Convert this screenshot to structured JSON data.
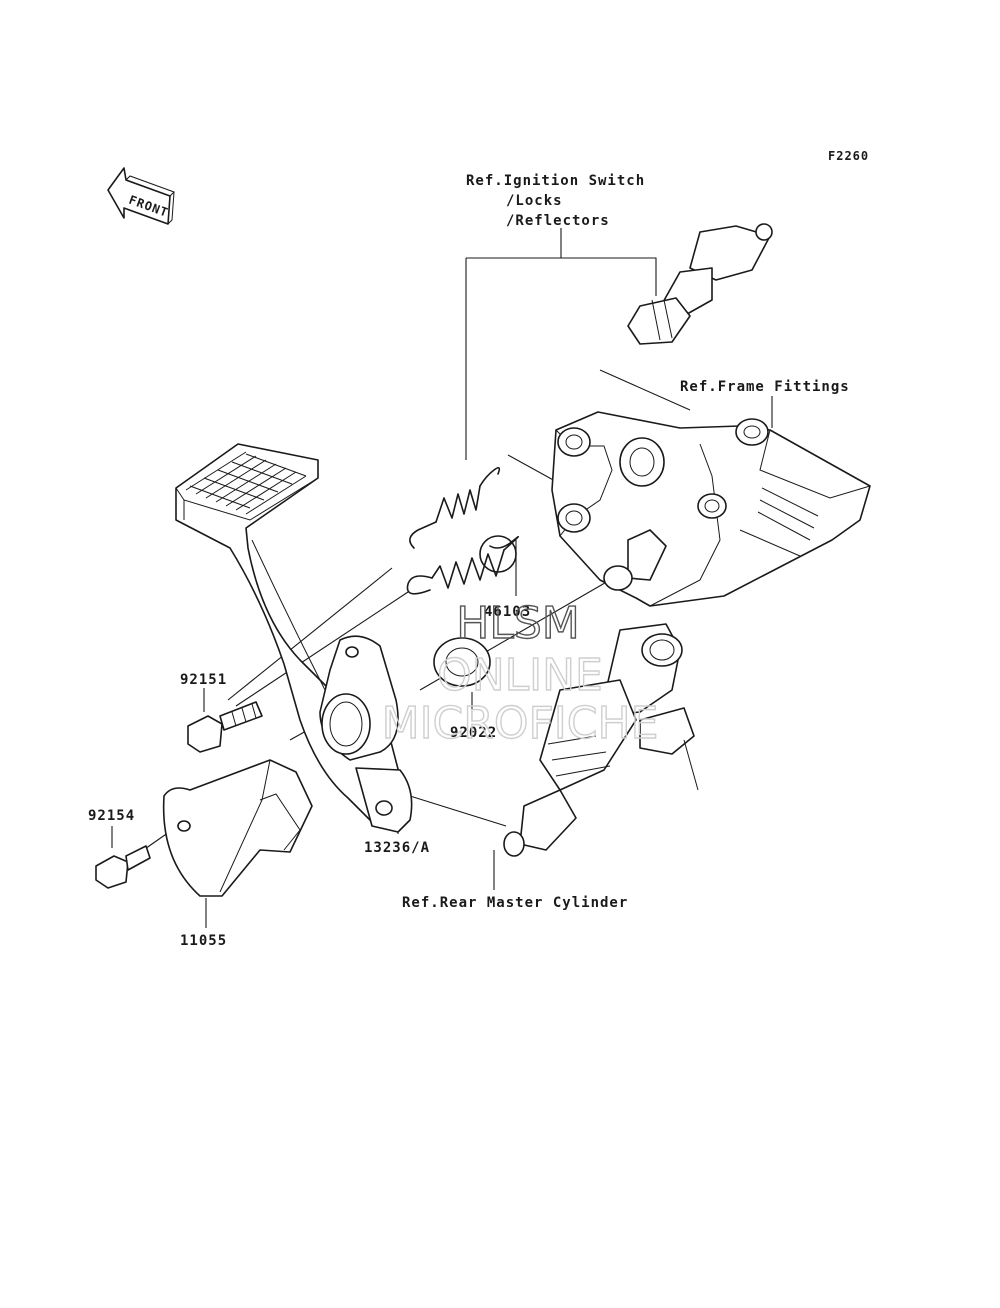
{
  "diagram_code": "F2260",
  "front_arrow": {
    "label": "FRONT"
  },
  "references": {
    "ignition": [
      "Ref.Ignition Switch",
      "/Locks",
      "/Reflectors"
    ],
    "frame": "Ref.Frame Fittings",
    "master_cylinder": "Ref.Rear Master Cylinder"
  },
  "parts": {
    "spring": "46103",
    "bolt_pedal": "92151",
    "washer": "92022",
    "bolt_guard": "92154",
    "pedal": "13236/A",
    "guard": "11055"
  },
  "watermark": {
    "line1": "HLSM",
    "line2": "ONLINE",
    "line3": "MICROFICHE"
  }
}
